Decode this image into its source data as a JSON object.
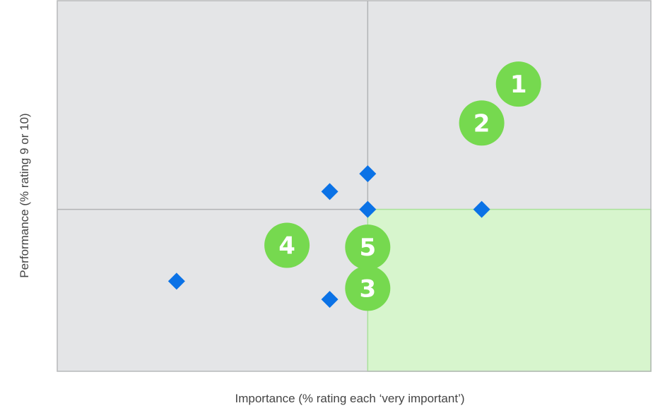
{
  "chart_data": {
    "type": "scatter",
    "title": "",
    "xlabel": "Importance (% rating each ‘very important’)",
    "ylabel": "Performance (% rating 9 or 10)",
    "xlim": [
      0,
      100
    ],
    "ylim": [
      0,
      100
    ],
    "grid": false,
    "legend": "none",
    "quadrant_divider": {
      "x": 52.3,
      "y": 43.7
    },
    "colors": {
      "plot_background": "#e4e5e7",
      "highlight_quadrant": "#d7f5cd",
      "highlight_border": "#a9e09a",
      "plot_border": "#b7b8ba",
      "divider": "#b2b3b5",
      "diamond": "#0b72e6",
      "bubble": "#76d94f",
      "bubble_text": "#ffffff"
    },
    "series": [
      {
        "marker": "diamond",
        "points": [
          {
            "x": 52.3,
            "y": 53.3
          },
          {
            "x": 45.9,
            "y": 48.5
          },
          {
            "x": 52.3,
            "y": 43.7
          },
          {
            "x": 71.5,
            "y": 43.7
          },
          {
            "x": 20.1,
            "y": 24.3
          },
          {
            "x": 45.9,
            "y": 19.4
          }
        ]
      },
      {
        "marker": "numbered-bubble",
        "points": [
          {
            "x": 77.7,
            "y": 77.5,
            "label": "1"
          },
          {
            "x": 71.5,
            "y": 67.0,
            "label": "2"
          },
          {
            "x": 52.3,
            "y": 22.4,
            "label": "3"
          },
          {
            "x": 38.7,
            "y": 34.0,
            "label": "4"
          },
          {
            "x": 52.3,
            "y": 33.5,
            "label": "5"
          }
        ]
      }
    ]
  }
}
